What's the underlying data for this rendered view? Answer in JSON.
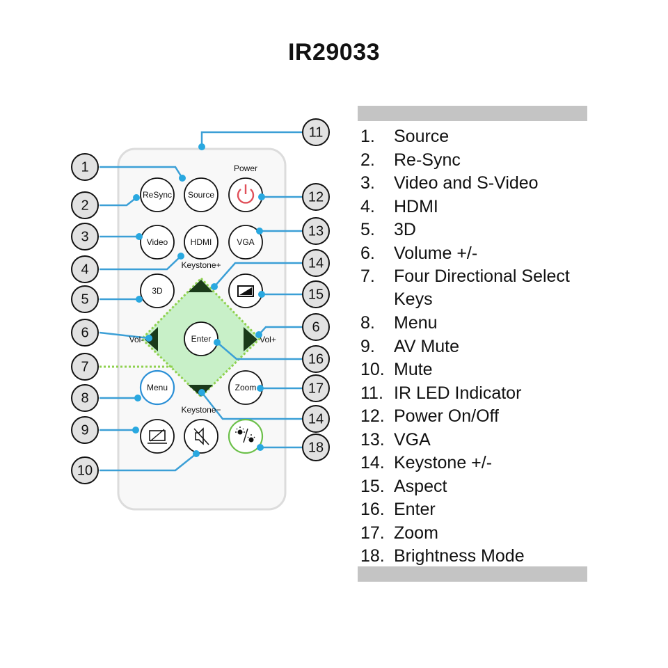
{
  "title": "IR29033",
  "remote": {
    "power_label": "Power",
    "keystone_plus_label": "Keystone+",
    "keystone_minus_label": "Keystone−",
    "vol_minus_label": "Vol-",
    "vol_plus_label": "Vol+",
    "buttons": {
      "resync": "ReSync",
      "source": "Source",
      "video": "Video",
      "hdmi": "HDMI",
      "vga": "VGA",
      "three_d": "3D",
      "enter": "Enter",
      "menu": "Menu",
      "zoom": "Zoom"
    },
    "icons": {
      "power": "power-icon",
      "aspect": "aspect-icon",
      "av_mute": "av-mute-icon",
      "mute": "mute-icon",
      "brightness": "brightness-icon"
    }
  },
  "callouts": {
    "c1": "1",
    "c2": "2",
    "c3": "3",
    "c4": "4",
    "c5": "5",
    "c6a": "6",
    "c6b": "6",
    "c7": "7",
    "c8": "8",
    "c9": "9",
    "c10": "10",
    "c11": "11",
    "c12": "12",
    "c13": "13",
    "c14a": "14",
    "c14b": "14",
    "c15": "15",
    "c16": "16",
    "c17": "17",
    "c18": "18"
  },
  "legend": [
    {
      "num": "1.",
      "text": "Source"
    },
    {
      "num": "2.",
      "text": "Re-Sync"
    },
    {
      "num": "3.",
      "text": "Video and S-Video"
    },
    {
      "num": "4.",
      "text": "HDMI"
    },
    {
      "num": "5.",
      "text": "3D"
    },
    {
      "num": "6.",
      "text": "Volume +/-"
    },
    {
      "num": "7.",
      "text": "Four Directional Select Keys"
    },
    {
      "num": "8.",
      "text": "Menu"
    },
    {
      "num": "9.",
      "text": "AV Mute"
    },
    {
      "num": "10.",
      "text": "Mute"
    },
    {
      "num": "11.",
      "text": "IR LED Indicator"
    },
    {
      "num": "12.",
      "text": "Power On/Off"
    },
    {
      "num": "13.",
      "text": "VGA"
    },
    {
      "num": "14.",
      "text": "Keystone +/-"
    },
    {
      "num": "15.",
      "text": "Aspect"
    },
    {
      "num": "16.",
      "text": "Enter"
    },
    {
      "num": "17.",
      "text": "Zoom"
    },
    {
      "num": "18.",
      "text": "Brightness Mode"
    }
  ],
  "colors": {
    "callout_line": "#3b9fd6",
    "callout_dot": "#29a8e0",
    "callout_fill": "#e2e2e2",
    "dpad_fill": "#c8f0c8",
    "dpad_border": "#8fd14f",
    "power_icon": "#e0505a",
    "menu_ring": "#2a8fd6",
    "brightness_ring": "#6cc04a",
    "legend_bar": "#c4c4c4"
  }
}
